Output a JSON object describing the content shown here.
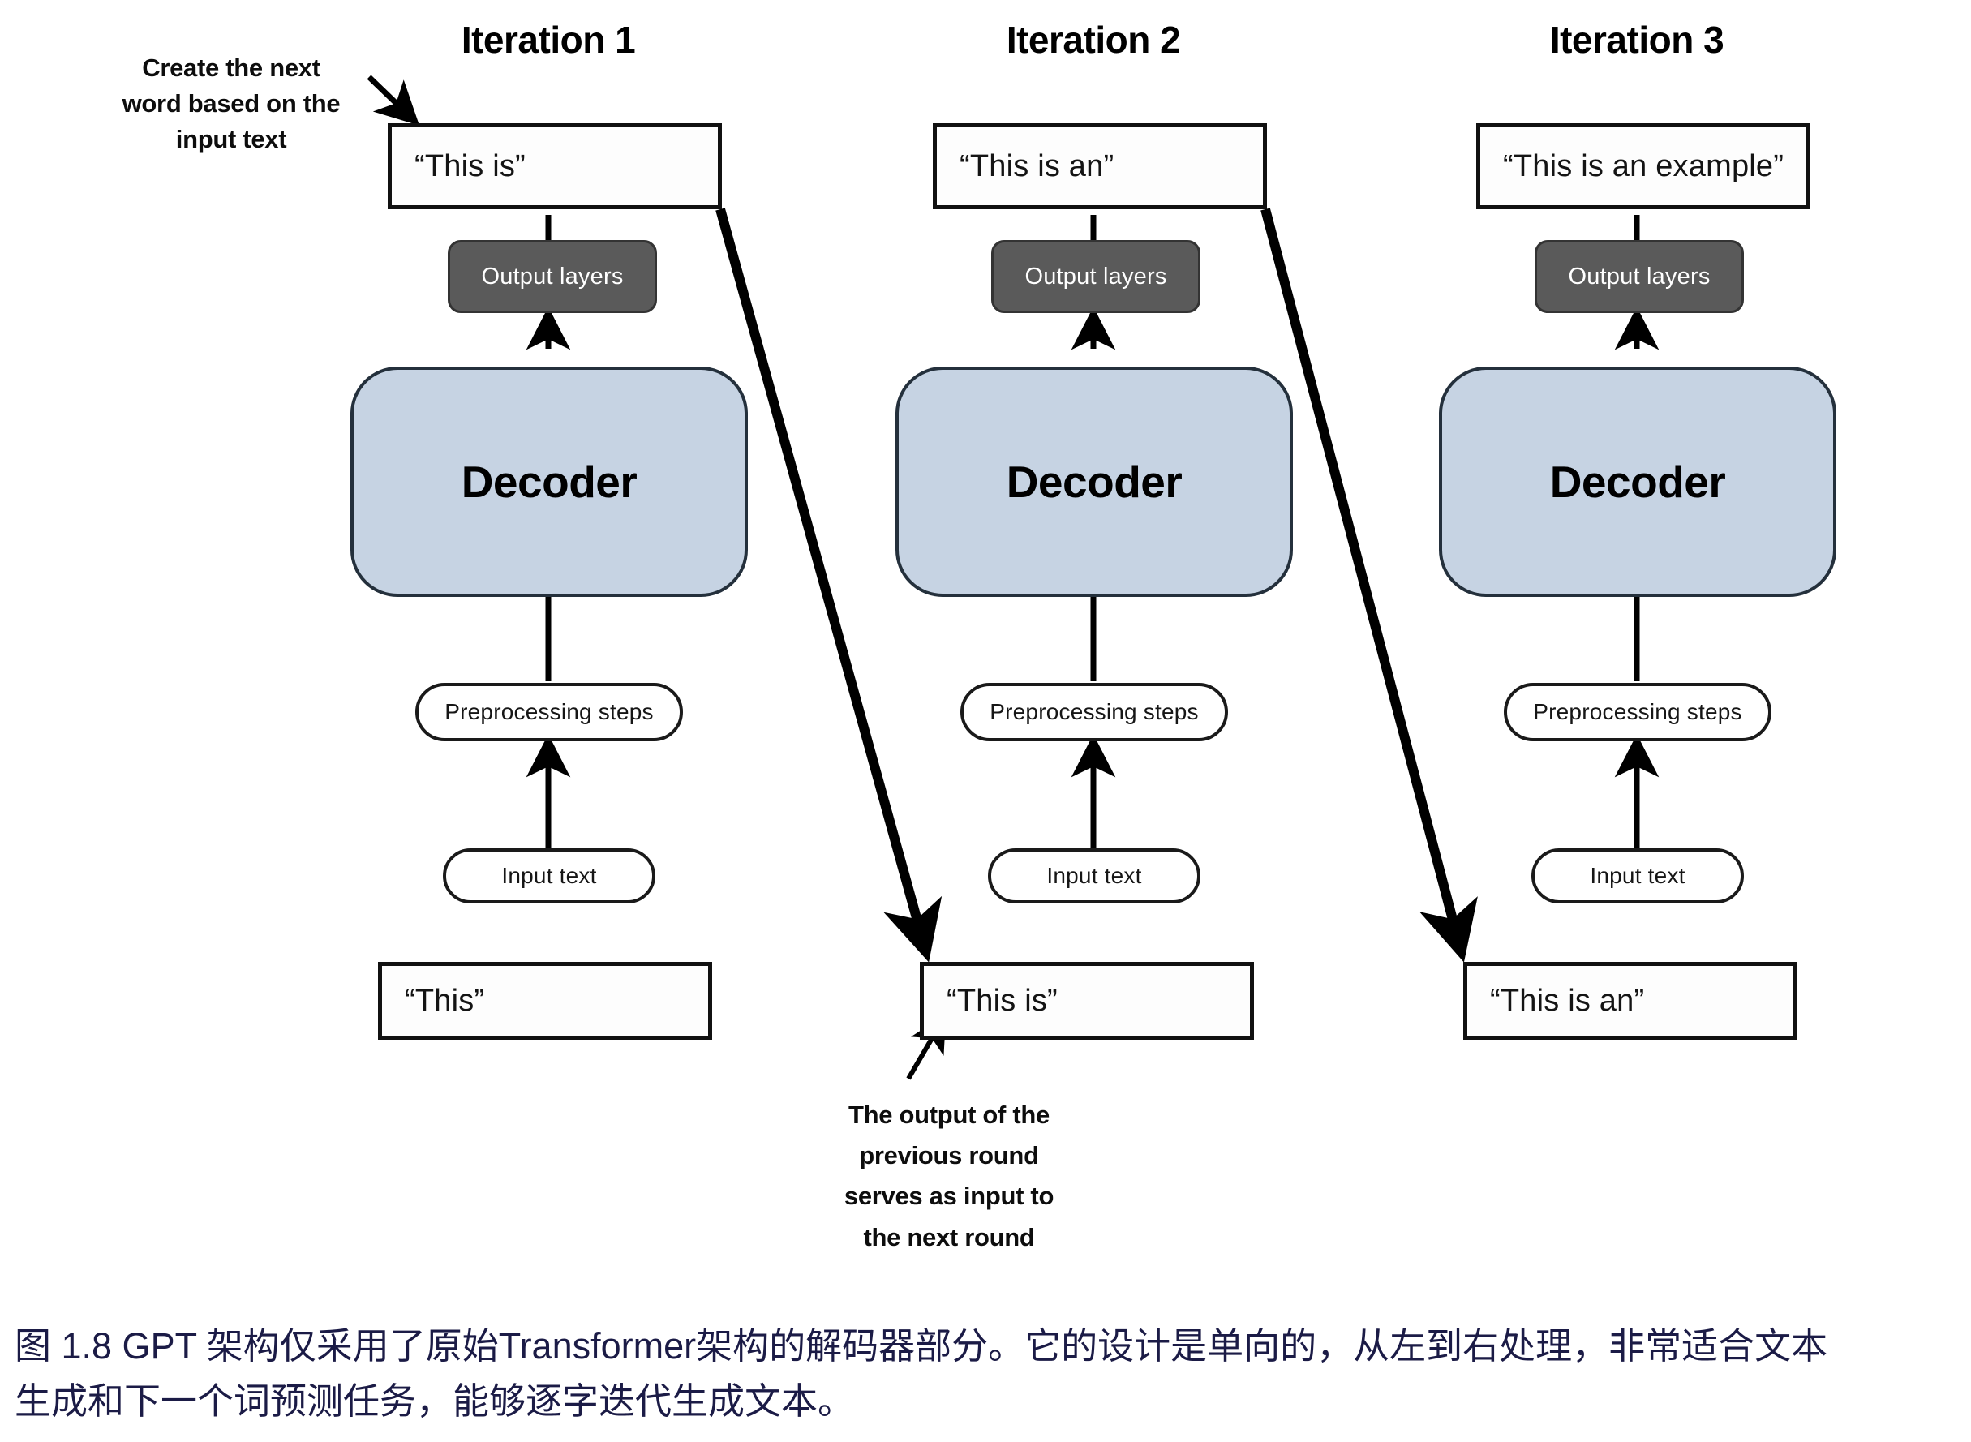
{
  "figure": {
    "caption_line1": "图 1.8  GPT 架构仅采用了原始Transformer架构的解码器部分。它的设计是单向的，从左到右处理，非常适合文本",
    "caption_line2": "生成和下一个词预测任务，能够逐字迭代生成文本。",
    "caption_color": "#1b1b46"
  },
  "colors": {
    "decoder_fill": "#c6d3e3",
    "decoder_stroke": "#24303c",
    "output_layers_fill": "#5a5a5a",
    "box_stroke": "#111111",
    "arrow": "#000000",
    "page_background": "#ffffff"
  },
  "annotations": {
    "top_left": {
      "line1": "Create the next",
      "line2": "word based on the",
      "line3": "input text"
    },
    "bottom_middle": {
      "line1": "The output of the",
      "line2": "previous round",
      "line3": "serves as input to",
      "line4": "the next round"
    }
  },
  "columns": [
    {
      "title": "Iteration 1",
      "output_text": "“This is”",
      "output_layers_label": "Output layers",
      "decoder_label": "Decoder",
      "preprocessing_label": "Preprocessing steps",
      "input_label": "Input text",
      "input_text": "“This”"
    },
    {
      "title": "Iteration 2",
      "output_text": "“This is an”",
      "output_layers_label": "Output layers",
      "decoder_label": "Decoder",
      "preprocessing_label": "Preprocessing steps",
      "input_label": "Input text",
      "input_text": "“This is”"
    },
    {
      "title": "Iteration 3",
      "output_text": "“This is an example”",
      "output_layers_label": "Output layers",
      "decoder_label": "Decoder",
      "preprocessing_label": "Preprocessing steps",
      "input_label": "Input text",
      "input_text": "“This is an”"
    }
  ]
}
